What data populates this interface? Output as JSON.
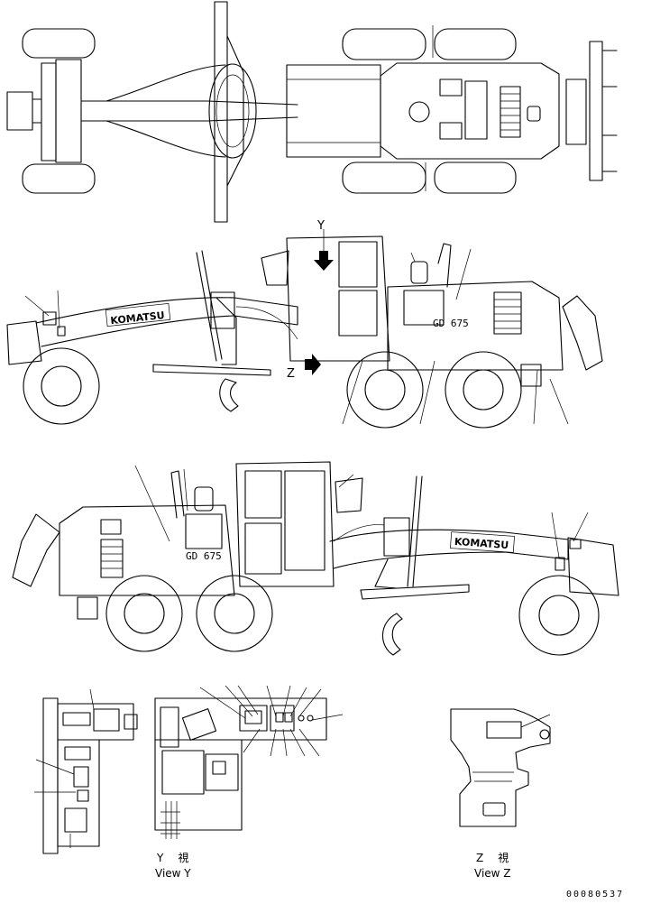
{
  "brand_text": "KOMATSU",
  "model_text": "GD 675",
  "view_y": {
    "letter": "Y",
    "jp": "視",
    "en": "View Y"
  },
  "view_z": {
    "letter": "Z",
    "jp": "視",
    "en": "View Z"
  },
  "arrow_y_label": "Y",
  "arrow_z_label": "Z",
  "drawing_number": "00080537"
}
